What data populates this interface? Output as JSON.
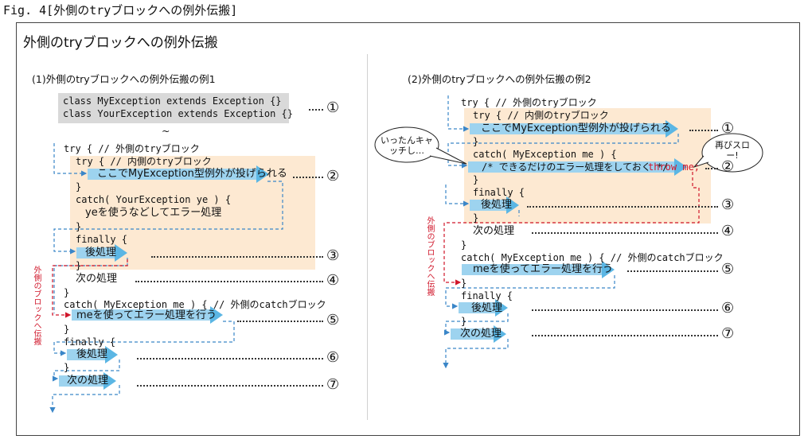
{
  "caption": "Fig. 4[外側のtryブロックへの例外伝搬]",
  "title": "外側のtryブロックへの例外伝搬",
  "left": {
    "subtitle": "(1)外側のtryブロックへの例外伝搬の例1",
    "class1": "class MyException extends Exception {}",
    "class2": "class YourException extends Exception {}",
    "tilde": "~",
    "try_outer": "try { // 外側のtryブロック",
    "try_inner": "try { // 内側のtryブロック",
    "throw_here": "ここでMyException型例外が投げられる",
    "close1": "}",
    "catch_your": "catch( YourException ye ) {",
    "ye_use": "yeを使うなどしてエラー処理",
    "close2": "}",
    "finally1": "finally {",
    "post1": "後処理",
    "close3": "}",
    "next1": "次の処理",
    "close4": "}",
    "catch_my": "catch( MyException me ) { // 外側のcatchブロック",
    "me_use": "meを使ってエラー処理を行う",
    "close5": "}",
    "finally2": "finally {",
    "post2": "後処理",
    "close6": "}",
    "next2": "次の処理",
    "side_label": "外側のブロックへ伝搬"
  },
  "right": {
    "subtitle": "(2)外側のtryブロックへの例外伝搬の例2",
    "try_outer": "try { // 外側のtryブロック",
    "try_inner": "try { // 内側のtryブロック",
    "throw_here": "ここでMyException型例外が投げられる",
    "close1": "}",
    "catch_my_inner": "catch( MyException me ) {",
    "comment": "/* できるだけのエラー処理をしておく */",
    "throw_me": "throw me;",
    "close2": "}",
    "finally1": "finally {",
    "post1": "後処理",
    "close3": "}",
    "next1": "次の処理",
    "close4": "}",
    "catch_my": "catch( MyException me ) { // 外側のcatchブロック",
    "me_use": "meを使ってエラー処理を行う",
    "close5": "}",
    "finally2": "finally {",
    "post2": "後処理",
    "close6": "}",
    "next2": "次の処理",
    "side_label": "外側のブロックへ伝搬",
    "bubble_catch": "いったんキャッチし…",
    "bubble_throw": "再びスロー!"
  },
  "markers": [
    "①",
    "②",
    "③",
    "④",
    "⑤",
    "⑥",
    "⑦"
  ],
  "colors": {
    "accent_blue": "#5bb6e4",
    "arrow_fill": "#9dd3ef",
    "inner_bg": "#fde9d2",
    "gray_box": "#d9d9d9",
    "red": "#d0162a"
  }
}
